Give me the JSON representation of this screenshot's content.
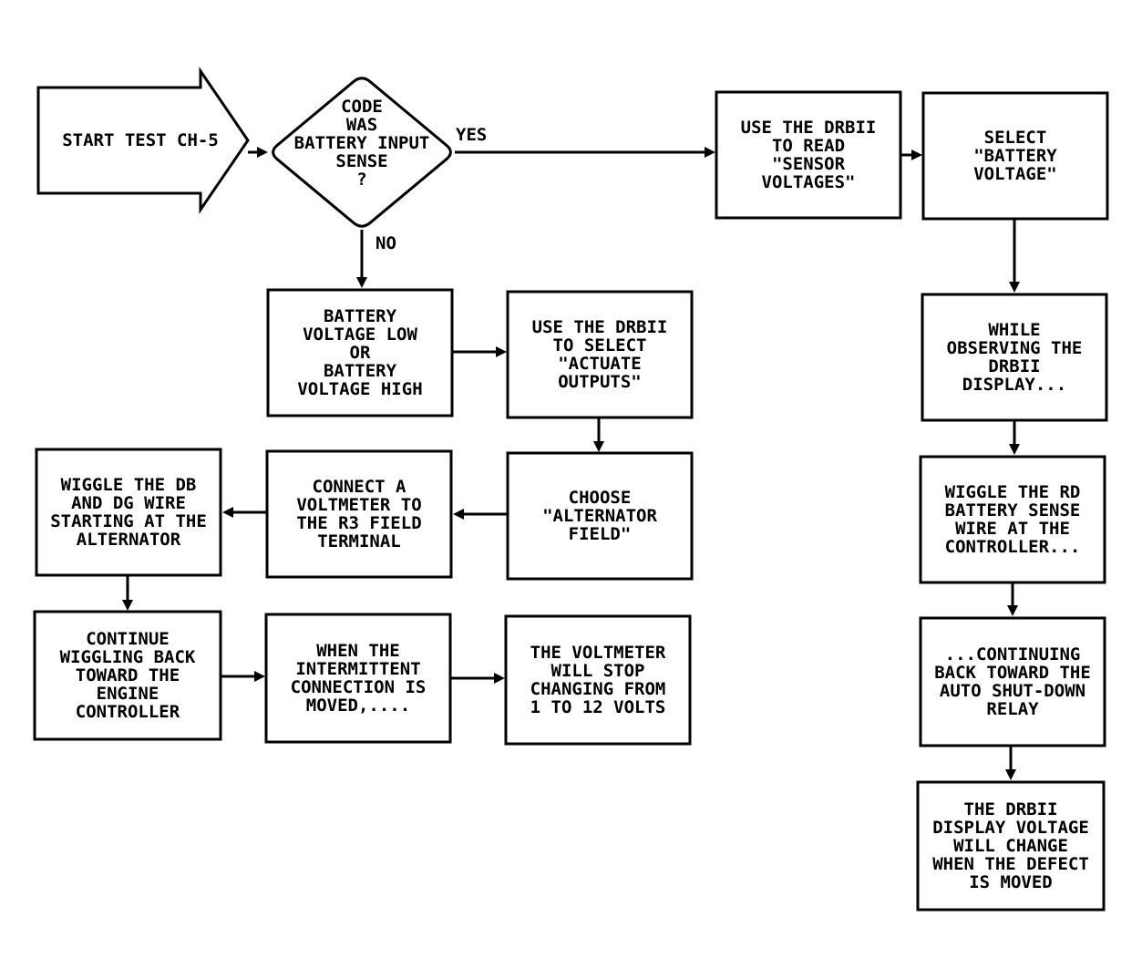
{
  "nodes": [
    {
      "id": "start",
      "lines": [
        "START TEST CH-5"
      ]
    },
    {
      "id": "decision",
      "lines": [
        "CODE",
        "WAS",
        "BATTERY INPUT",
        "SENSE",
        "?"
      ]
    },
    {
      "id": "use-drbii-read",
      "lines": [
        "USE THE DRBII",
        "TO READ",
        "\"SENSOR",
        "VOLTAGES\""
      ]
    },
    {
      "id": "select-battery",
      "lines": [
        "SELECT",
        "\"BATTERY",
        "VOLTAGE\""
      ]
    },
    {
      "id": "battery-low-high",
      "lines": [
        "BATTERY",
        "VOLTAGE LOW",
        "OR",
        "BATTERY",
        "VOLTAGE HIGH"
      ]
    },
    {
      "id": "use-drbii-select",
      "lines": [
        "USE THE DRBII",
        "TO SELECT",
        "\"ACTUATE",
        "OUTPUTS\""
      ]
    },
    {
      "id": "choose-alternator",
      "lines": [
        "CHOOSE",
        "\"ALTERNATOR",
        "FIELD\""
      ]
    },
    {
      "id": "connect-voltmeter",
      "lines": [
        "CONNECT A",
        "VOLTMETER TO",
        "THE R3 FIELD",
        "TERMINAL"
      ]
    },
    {
      "id": "wiggle-db-dg",
      "lines": [
        "WIGGLE THE DB",
        "AND DG WIRE",
        "STARTING AT THE",
        "ALTERNATOR"
      ]
    },
    {
      "id": "continue-wiggling",
      "lines": [
        "CONTINUE",
        "WIGGLING BACK",
        "TOWARD THE",
        "ENGINE",
        "CONTROLLER"
      ]
    },
    {
      "id": "when-intermittent",
      "lines": [
        "WHEN THE",
        "INTERMITTENT",
        "CONNECTION IS",
        "MOVED,...."
      ]
    },
    {
      "id": "voltmeter-stop",
      "lines": [
        "THE VOLTMETER",
        "WILL STOP",
        "CHANGING FROM",
        "1 TO 12 VOLTS"
      ]
    },
    {
      "id": "while-observing",
      "lines": [
        "WHILE",
        "OBSERVING THE",
        "DRBII",
        "DISPLAY..."
      ]
    },
    {
      "id": "wiggle-rd",
      "lines": [
        "WIGGLE THE RD",
        "BATTERY SENSE",
        "WIRE AT THE",
        "CONTROLLER..."
      ]
    },
    {
      "id": "continuing-back",
      "lines": [
        "...CONTINUING",
        "BACK TOWARD THE",
        "AUTO SHUT-DOWN",
        "RELAY"
      ]
    },
    {
      "id": "drbii-display-change",
      "lines": [
        "THE DRBII",
        "DISPLAY VOLTAGE",
        "WILL CHANGE",
        "WHEN THE DEFECT",
        "IS MOVED"
      ]
    }
  ],
  "edges": [
    {
      "from": "start",
      "to": "decision",
      "label": ""
    },
    {
      "from": "decision",
      "to": "use-drbii-read",
      "label": "YES"
    },
    {
      "from": "decision",
      "to": "battery-low-high",
      "label": "NO"
    },
    {
      "from": "use-drbii-read",
      "to": "select-battery",
      "label": ""
    },
    {
      "from": "select-battery",
      "to": "while-observing",
      "label": ""
    },
    {
      "from": "while-observing",
      "to": "wiggle-rd",
      "label": ""
    },
    {
      "from": "wiggle-rd",
      "to": "continuing-back",
      "label": ""
    },
    {
      "from": "continuing-back",
      "to": "drbii-display-change",
      "label": ""
    },
    {
      "from": "battery-low-high",
      "to": "use-drbii-select",
      "label": ""
    },
    {
      "from": "use-drbii-select",
      "to": "choose-alternator",
      "label": ""
    },
    {
      "from": "choose-alternator",
      "to": "connect-voltmeter",
      "label": ""
    },
    {
      "from": "connect-voltmeter",
      "to": "wiggle-db-dg",
      "label": ""
    },
    {
      "from": "wiggle-db-dg",
      "to": "continue-wiggling",
      "label": ""
    },
    {
      "from": "continue-wiggling",
      "to": "when-intermittent",
      "label": ""
    },
    {
      "from": "when-intermittent",
      "to": "voltmeter-stop",
      "label": ""
    }
  ]
}
